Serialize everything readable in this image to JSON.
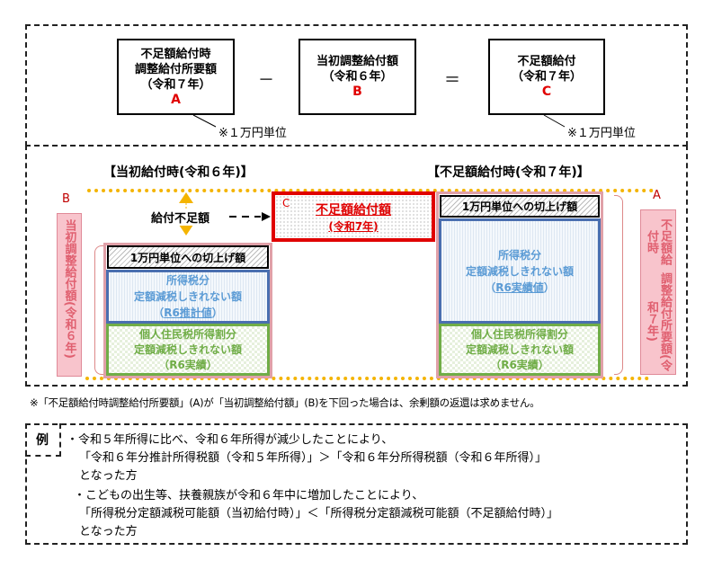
{
  "formula": {
    "box_a": {
      "lines": [
        "不足額給付時",
        "調整給付所要額",
        "（令和７年）"
      ],
      "letter": "A"
    },
    "minus": "－",
    "box_b": {
      "lines": [
        "当初調整給付額",
        "（令和６年）"
      ],
      "letter": "B"
    },
    "equals": "＝",
    "box_c": {
      "lines": [
        "不足額給付",
        "（令和７年）"
      ],
      "letter": "C"
    },
    "unit_note_left": "※１万円単位",
    "unit_note_right": "※１万円単位"
  },
  "diagram": {
    "left_header": "【当初給付時(令和６年)】",
    "right_header": "【不足額給付時(令和７年)】",
    "left_letter": "B",
    "left_label": "当初調整給付額(令和６年)",
    "right_letter": "A",
    "right_label_1": "不足額給付時",
    "right_label_2": "調整給付所要額(令和７年)",
    "shortfall_label": "給付不足額",
    "c_letter": "C",
    "c_title": "不足額給付額",
    "c_sub": "(令和7年)",
    "left_stack": {
      "roundup": "1万円単位への切上げ額",
      "income_tax": [
        "所得税分",
        "定額減税しきれない額"
      ],
      "income_tax_sub": "R6推計値",
      "resident_tax": [
        "個人住民税所得割分",
        "定額減税しきれない額",
        "（R6実績）"
      ]
    },
    "right_stack": {
      "roundup": "1万円単位への切上げ額",
      "income_tax": [
        "所得税分",
        "定額減税しきれない額"
      ],
      "income_tax_sub": "R6実績値",
      "resident_tax": [
        "個人住民税所得割分",
        "定額減税しきれない額",
        "（R6実績）"
      ]
    },
    "colors": {
      "accent_red": "#e00000",
      "pink": "#f8c4cc",
      "blue": "#4a6fb0",
      "green": "#70ad47",
      "yellow": "#f4b400"
    }
  },
  "footnote": "※「不足額給付時調整給付所要額」(A)が「当初調整給付額」(B)を下回った場合は、余剰額の返還は求めません。",
  "example": {
    "tag": "例",
    "lines": [
      "・令和５年所得に比べ、令和６年所得が減少したことにより、",
      "「令和６年分推計所得税額（令和５年所得）」＞「令和６年分所得税額（令和６年所得）」",
      "となった方",
      "・こどもの出生等、扶養親族が令和６年中に増加したことにより、",
      "「所得税分定額減税可能額（当初給付時）」＜「所得税分定額減税可能額（不足額給付時）」",
      "となった方"
    ]
  }
}
